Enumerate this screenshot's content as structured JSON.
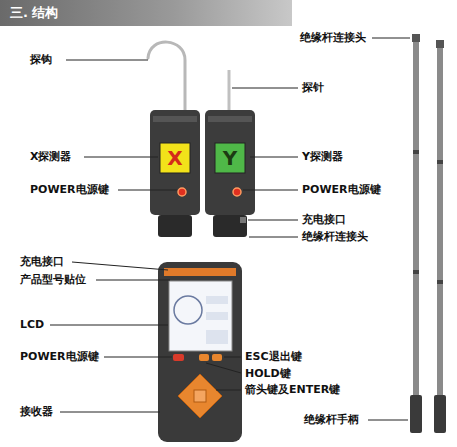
{
  "diagram": {
    "title": "三. 结构",
    "labels": [
      "探钩",
      "探针",
      "X探测器",
      "Y探测器",
      "X",
      "Y",
      "POWER电源键",
      "POWER电源键",
      "充电接口",
      "绝缘杆连接头",
      "充电接口",
      "产品型号贴位",
      "LCD",
      "POWER电源键",
      "ESC退出键",
      "HOLD键",
      "箭头键及ENTER键",
      "接收器",
      "绝缘杆连接头",
      "绝缘杆手柄"
    ]
  }
}
